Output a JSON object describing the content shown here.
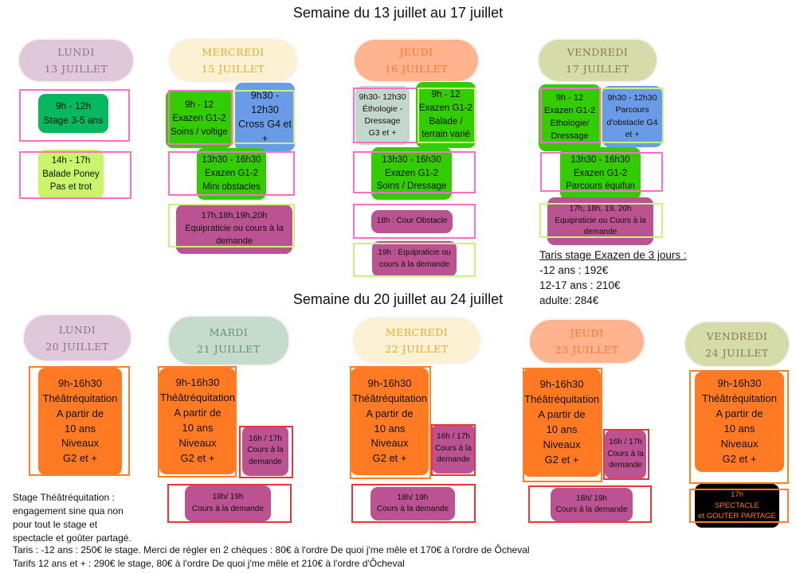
{
  "colors": {
    "pink_frame": "#ff6fc8",
    "lime_frame": "#c7f57a",
    "orange_frame": "#ff7f27",
    "red_frame": "#ec3434",
    "green": "#33cc00",
    "dark_green": "#07b85e",
    "lime": "#c8f56a",
    "blue": "#6a9be6",
    "sage": "#c4d7cb",
    "magenta": "#bb5291",
    "orange": "#ff7a22",
    "black": "#000000"
  },
  "week1": {
    "title": "Semaine du 13 juillet au 17 juillet",
    "days": [
      {
        "name": "LUNDI",
        "date": "13 JUILLET",
        "slots": [
          {
            "lines": [
              "9h - 12h",
              "Stage 3-5 ans"
            ]
          },
          {
            "lines": [
              "14h - 17h",
              "Balade Poney",
              "Pas et trot"
            ]
          }
        ]
      },
      {
        "name": "MERCREDI",
        "date": "15 JUILLET",
        "slots": [
          {
            "lines": [
              "9h - 12",
              "Exazen G1-2",
              "Soins / voltige"
            ]
          },
          {
            "lines": [
              "9h30 -",
              "12h30",
              "Cross G4 et",
              "+"
            ]
          },
          {
            "lines": [
              "13h30 - 16h30",
              "Exazen G1-2",
              "Mini obstacles"
            ]
          },
          {
            "lines": [
              "17h,18h,19h,20h",
              "Equipraticie ou cours à la",
              "demande"
            ]
          }
        ]
      },
      {
        "name": "JEUDI",
        "date": "16 JUILLET",
        "slots": [
          {
            "lines": [
              "9h30- 12h30",
              "Éthologie -",
              "Dressage",
              "G3 et +"
            ]
          },
          {
            "lines": [
              "9h - 12",
              "Exazen G1-2",
              "Balade /",
              "terrain varié"
            ]
          },
          {
            "lines": [
              "13h30 - 16h30",
              "Exazen G1-2",
              "Soins / Dressage"
            ]
          },
          {
            "lines": [
              "18h : Cour Obstacle"
            ]
          },
          {
            "lines": [
              "19h : Equipraticie ou",
              "cours à la demande"
            ]
          }
        ]
      },
      {
        "name": "VENDREDI",
        "date": "17 JUILLET",
        "slots": [
          {
            "lines": [
              "9h - 12",
              "Exazen G1-2",
              "Ethologie/",
              "Dressage"
            ]
          },
          {
            "lines": [
              "9h30 - 12h30",
              "Parcours",
              "d'obstacle G4",
              "et +"
            ]
          },
          {
            "lines": [
              "13h30 - 16h30",
              "Exazen G1-2",
              "Parcours équifun"
            ]
          },
          {
            "lines": [
              "17h, 18h, 19, 20h",
              "Equipraticie ou Cours à la",
              "demande"
            ]
          }
        ]
      }
    ],
    "pricing": {
      "heading": "Taris stage Exazen de 3 jours :",
      "lines": [
        "-12 ans : 192€",
        "12-17 ans : 210€",
        "adulte: 284€"
      ]
    }
  },
  "week2": {
    "title": "Semaine du 20 juillet au 24 juillet",
    "days": [
      {
        "name": "LUNDI",
        "date": "20 JUILLET",
        "slots": [
          {
            "lines": [
              "9h-16h30",
              "Théâtréquitation",
              "A partir de",
              "10 ans",
              "Niveaux",
              "G2 et +"
            ]
          }
        ]
      },
      {
        "name": "MARDI",
        "date": "21 JUILLET",
        "slots": [
          {
            "lines": [
              "9h-16h30",
              "Théâtréquitation",
              "A partir de",
              "10 ans",
              "Niveaux",
              "G2 et +"
            ]
          },
          {
            "lines": [
              "16h / 17h",
              "Cours à la",
              "demande"
            ]
          },
          {
            "lines": [
              "18h/ 19h",
              "Cours à la demande"
            ]
          }
        ]
      },
      {
        "name": "MERCREDI",
        "date": "22 JUILLET",
        "slots": [
          {
            "lines": [
              "9h-16h30",
              "Théâtréquitation",
              "A partir de",
              "10 ans",
              "Niveaux",
              "G2 et +"
            ]
          },
          {
            "lines": [
              "16h / 17h",
              "Cours à la",
              "demande"
            ]
          },
          {
            "lines": [
              "18h/ 19h",
              "Cours à la demande"
            ]
          }
        ]
      },
      {
        "name": "JEUDI",
        "date": "23 JUILLET",
        "slots": [
          {
            "lines": [
              "9h-16h30",
              "Théâtréquitation",
              "A partir de",
              "10 ans",
              "Niveaux",
              "G2 et +"
            ]
          },
          {
            "lines": [
              "16h / 17h",
              "Cours à la",
              "demande"
            ]
          },
          {
            "lines": [
              "18h/ 19h",
              "Cours à la demande"
            ]
          }
        ]
      },
      {
        "name": "VENDREDI",
        "date": "24 JUILLET",
        "slots": [
          {
            "lines": [
              "9h-16h30",
              "Théâtréquitation",
              "A partir de",
              "10 ans",
              "Niveaux",
              "G2 et +"
            ]
          },
          {
            "lines": [
              "17h",
              "SPECTACLE",
              "et GOUTER PARTAGE"
            ]
          }
        ]
      }
    ],
    "note": [
      "Stage Théâtréquitation :",
      "engagement sine qua non",
      "pour tout le stage et",
      "spectacle et goûter partagé."
    ],
    "footer": [
      "Taris : -12 ans : 250€ le stage. Merci de régler en 2 chèques : 80€ à l'ordre De quoi j'me mêle et 170€ à l'ordre de Ôcheval",
      "Tarifs 12 ans et + : 290€ le stage, 80€ à l'ordre De quoi j'me mêle et 210€ à l'ordre d'Ôcheval"
    ]
  }
}
